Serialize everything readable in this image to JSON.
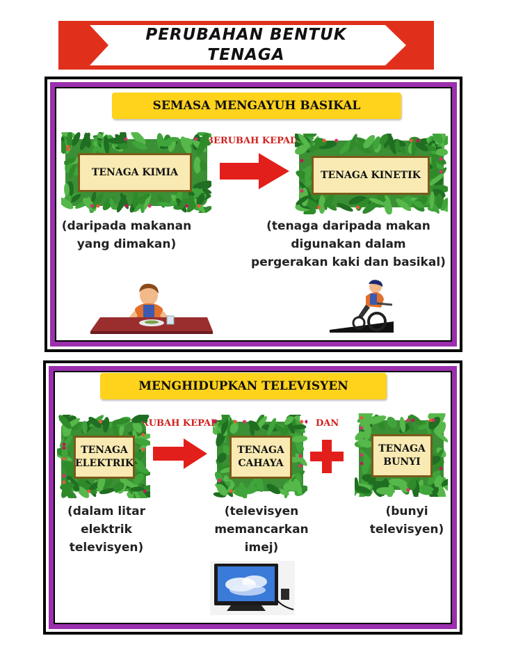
{
  "title": {
    "line1": "PERUBAHAN BENTUK",
    "line2": "TENAGA"
  },
  "colors": {
    "banner_red": "#e0301c",
    "panel_purple": "#9b2fae",
    "header_yellow": "#ffd21c",
    "arrow_red": "#e21f1a",
    "frame_fill": "#f8eab2",
    "leaf_green": "#2f8a2a"
  },
  "section1": {
    "heading": "SEMASA MENGAYUH BASIKAL",
    "connector": "BERUBAH KEPADA",
    "from_box": "TENAGA KIMIA",
    "to_box": "TENAGA KINETIK",
    "from_note": [
      "(daripada makanan",
      "yang dimakan)"
    ],
    "to_note": [
      "(tenaga daripada makan",
      "digunakan dalam",
      "pergerakan kaki dan basikal)"
    ],
    "images": [
      "boy-eating-illustration",
      "boy-cycling-illustration"
    ]
  },
  "section2": {
    "heading": "MENGHIDUPKAN TELEVISYEN",
    "connector": "BERUBAH KEPADA",
    "and_label": "DAN",
    "box1": [
      "TENAGA",
      "ELEKTRIK"
    ],
    "box2": [
      "TENAGA",
      "CAHAYA"
    ],
    "box3": [
      "TENAGA",
      "BUNYI"
    ],
    "note1": [
      "(dalam litar",
      "elektrik",
      "televisyen)"
    ],
    "note2": [
      "(televisyen",
      "memancarkan",
      "imej)"
    ],
    "note3": [
      "(bunyi",
      "televisyen)"
    ],
    "images": [
      "television-illustration"
    ]
  }
}
